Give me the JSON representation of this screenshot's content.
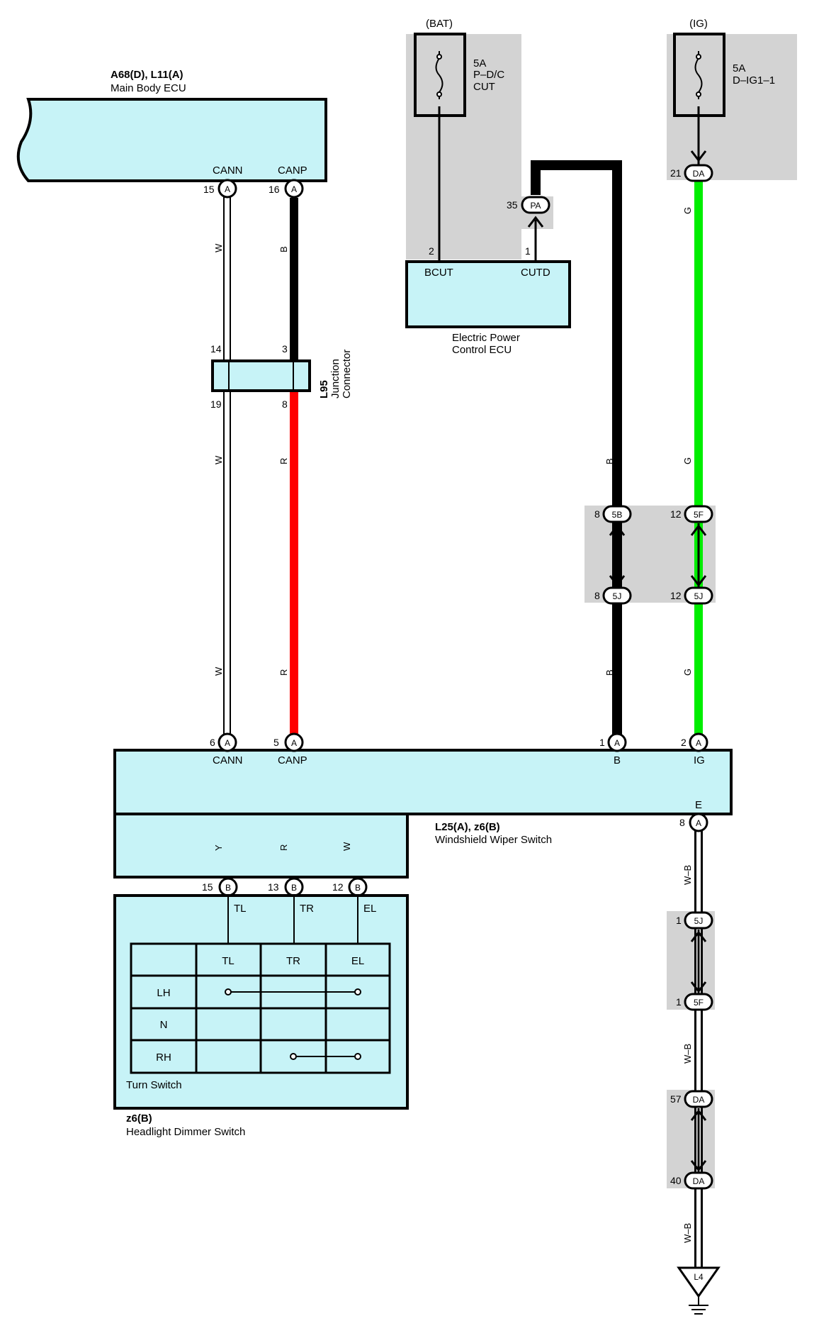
{
  "colors": {
    "component_fill": "#c7f3f7",
    "shade": "#d3d3d3",
    "wire_black": "#000000",
    "wire_red": "#ff0000",
    "wire_green": "#00ee00",
    "wire_yellow": "#ffdd00",
    "wire_white": "#ffffff"
  },
  "main_body_ecu": {
    "code": "A68(D), L11(A)",
    "name": "Main Body ECU",
    "term_cann": "CANN",
    "term_canp": "CANP",
    "pin_cann": "15",
    "pin_canp": "16",
    "conn": "A"
  },
  "bat_fuse": {
    "source": "(BAT)",
    "rating": "5A",
    "name_line1": "P–D/C",
    "name_line2": "CUT"
  },
  "ig_fuse": {
    "source": "(IG)",
    "rating": "5A",
    "name": "D–IG1–1",
    "pin": "21",
    "conn": "DA"
  },
  "epc_ecu": {
    "name_line1": "Electric Power",
    "name_line2": "Control ECU",
    "term_bcut": "BCUT",
    "term_cutd": "CUTD",
    "pin_bcut": "2",
    "pin_cutd": "1",
    "pa_pin": "35",
    "pa_conn": "PA"
  },
  "junction": {
    "code": "L95",
    "name_line1": "Junction",
    "name_line2": "Connector",
    "pin_tl": "14",
    "pin_tr": "3",
    "pin_bl": "19",
    "pin_br": "8"
  },
  "wire_colors": {
    "w": "W",
    "b": "B",
    "r": "R",
    "g": "G",
    "y": "Y",
    "wb": "W–B"
  },
  "junction_blocks": {
    "pin8": "8",
    "pin12": "12",
    "c5b": "5B",
    "c5f": "5F",
    "c5j": "5J",
    "pin1": "1",
    "pin57": "57",
    "pin40": "40",
    "cda": "DA"
  },
  "wiper_switch": {
    "code": "L25(A), z6(B)",
    "name": "Windshield Wiper Switch",
    "term_cann": "CANN",
    "term_canp": "CANP",
    "term_b": "B",
    "term_ig": "IG",
    "term_e": "E",
    "pin_cann": "6",
    "pin_canp": "5",
    "pin_b": "1",
    "pin_ig": "2",
    "pin_e": "8",
    "conn_a": "A",
    "conn_b": "B",
    "pin_tl": "15",
    "pin_tr": "13",
    "pin_el": "12"
  },
  "turn_switch": {
    "name": "Turn Switch",
    "term_tl": "TL",
    "term_tr": "TR",
    "term_el": "EL",
    "columns": [
      "TL",
      "TR",
      "EL"
    ],
    "rows": [
      "LH",
      "N",
      "RH"
    ]
  },
  "dimmer_switch": {
    "code": "z6(B)",
    "name": "Headlight Dimmer Switch"
  },
  "ground": {
    "code": "L4"
  }
}
